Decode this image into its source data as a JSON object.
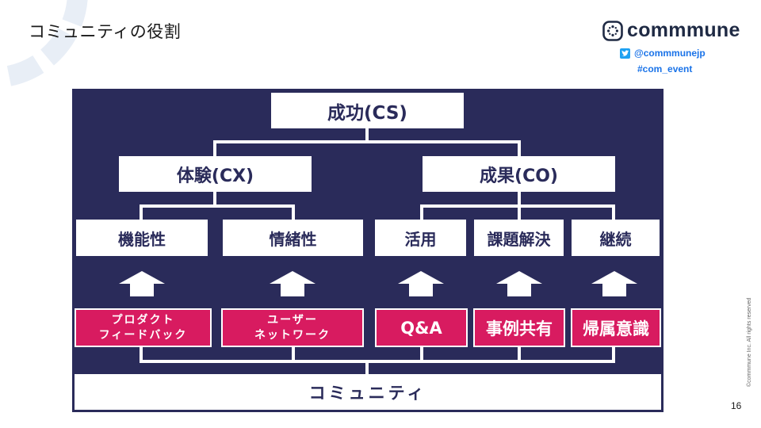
{
  "slide": {
    "title": "コミュニティの役割",
    "page_number": "16",
    "copyright": "©commmune Inc. All rights reserved"
  },
  "brand": {
    "name": "commmune",
    "twitter": "@commmunejp",
    "hashtag": "#com_event",
    "colors": {
      "logo": "#1f2a44",
      "link": "#1a73e8",
      "twitter_icon": "#1da1f2"
    }
  },
  "diagram": {
    "colors": {
      "background": "#2a2b5a",
      "box": "#ffffff",
      "box_text": "#2a2b5a",
      "highlight": "#d81b60"
    },
    "top": "成功(CS)",
    "branches": [
      {
        "label": "体験(CX)",
        "children": [
          "機能性",
          "情緒性"
        ]
      },
      {
        "label": "成果(CO)",
        "children": [
          "活用",
          "課題解決",
          "継続"
        ]
      }
    ],
    "sources": [
      {
        "lines": [
          "プロダクト",
          "フィードバック"
        ]
      },
      {
        "lines": [
          "ユーザー",
          "ネットワーク"
        ]
      },
      {
        "lines": [
          "Q&A"
        ]
      },
      {
        "lines": [
          "事例共有"
        ]
      },
      {
        "lines": [
          "帰属意識"
        ]
      }
    ],
    "base": "コミュニティ"
  }
}
